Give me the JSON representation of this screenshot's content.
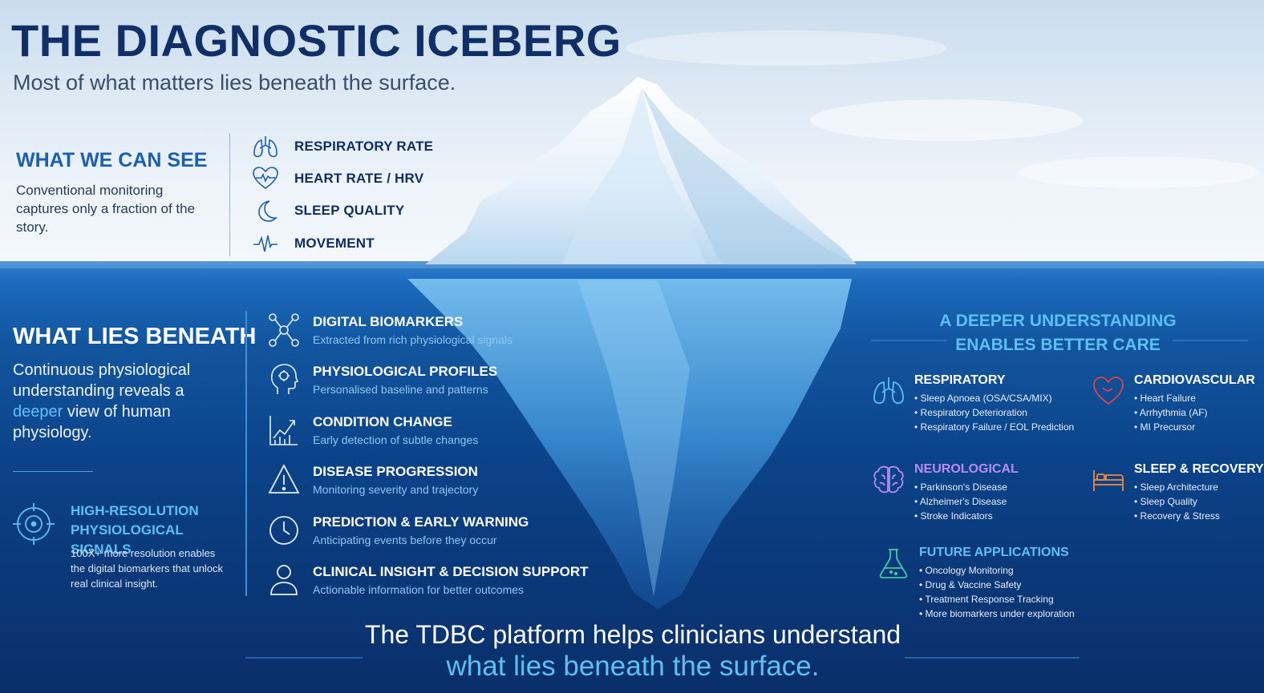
{
  "header": {
    "title": "THE DIAGNOSTIC ICEBERG",
    "subtitle": "Most of what matters lies beneath the surface."
  },
  "above": {
    "heading": "WHAT WE CAN SEE",
    "description": "Conventional monitoring captures only a fraction of the story.",
    "items": [
      {
        "label": "RESPIRATORY RATE",
        "icon": "lungs-icon"
      },
      {
        "label": "HEART RATE / HRV",
        "icon": "heart-pulse-icon"
      },
      {
        "label": "SLEEP QUALITY",
        "icon": "moon-icon"
      },
      {
        "label": "MOVEMENT",
        "icon": "waveform-icon"
      }
    ]
  },
  "beneath": {
    "heading": "WHAT LIES BENEATH",
    "description_before": "Continuous physiological understanding reveals a ",
    "description_highlight": "deeper",
    "description_after": " view of human physiology.",
    "hires_heading": "HIGH-RESOLUTION PHYSIOLOGICAL SIGNALS",
    "hires_description": "100X+ more resolution enables the digital biomarkers that unlock real clinical insight.",
    "hires_icon": "target-icon",
    "items": [
      {
        "title": "DIGITAL BIOMARKERS",
        "subtitle": "Extracted from rich physiological signals",
        "icon": "network-nodes-icon"
      },
      {
        "title": "PHYSIOLOGICAL PROFILES",
        "subtitle": "Personalised baseline and patterns",
        "icon": "head-profile-icon"
      },
      {
        "title": "CONDITION CHANGE",
        "subtitle": "Early detection of subtle changes",
        "icon": "trend-chart-icon"
      },
      {
        "title": "DISEASE PROGRESSION",
        "subtitle": "Monitoring severity and trajectory",
        "icon": "warning-icon"
      },
      {
        "title": "PREDICTION & EARLY WARNING",
        "subtitle": "Anticipating events before they occur",
        "icon": "clock-icon"
      },
      {
        "title": "CLINICAL INSIGHT & DECISION SUPPORT",
        "subtitle": "Actionable information for better outcomes",
        "icon": "person-icon"
      }
    ]
  },
  "deeper": {
    "heading_line1": "A DEEPER UNDERSTANDING",
    "heading_line2": "ENABLES BETTER CARE",
    "categories": [
      {
        "title": "RESPIRATORY",
        "icon": "lungs-icon",
        "color": "#ffffff",
        "items": [
          "Sleep Apnoea (OSA/CSA/MIX)",
          "Respiratory Deterioration",
          "Respiratory Failure / EOL Prediction"
        ]
      },
      {
        "title": "CARDIOVASCULAR",
        "icon": "heart-icon",
        "color": "#ffffff",
        "items": [
          "Heart Failure",
          "Arrhythmia (AF)",
          "MI Precursor"
        ]
      },
      {
        "title": "NEUROLOGICAL",
        "icon": "brain-icon",
        "color": "#b98cf0",
        "items": [
          "Parkinson's Disease",
          "Alzheimer's Disease",
          "Stroke Indicators"
        ]
      },
      {
        "title": "SLEEP & RECOVERY",
        "icon": "bed-icon",
        "color": "#ffffff",
        "items": [
          "Sleep Architecture",
          "Sleep Quality",
          "Recovery & Stress"
        ]
      },
      {
        "title": "FUTURE APPLICATIONS",
        "icon": "flask-icon",
        "color": "#5cc0f5",
        "items": [
          "Oncology Monitoring",
          "Drug & Vaccine Safety",
          "Treatment Response Tracking",
          "More biomarkers under exploration"
        ]
      }
    ]
  },
  "footer": {
    "line1": "The TDBC platform helps clinicians understand",
    "line2": "what lies beneath the surface."
  },
  "colors": {
    "title": "#0f2f66",
    "accent_light": "#5cc0f5",
    "sea_deep": "#0a2f6a",
    "neuro": "#b98cf0",
    "cardio": "#e0424a",
    "sleep": "#f08a3c",
    "future": "#3fc8a8"
  }
}
